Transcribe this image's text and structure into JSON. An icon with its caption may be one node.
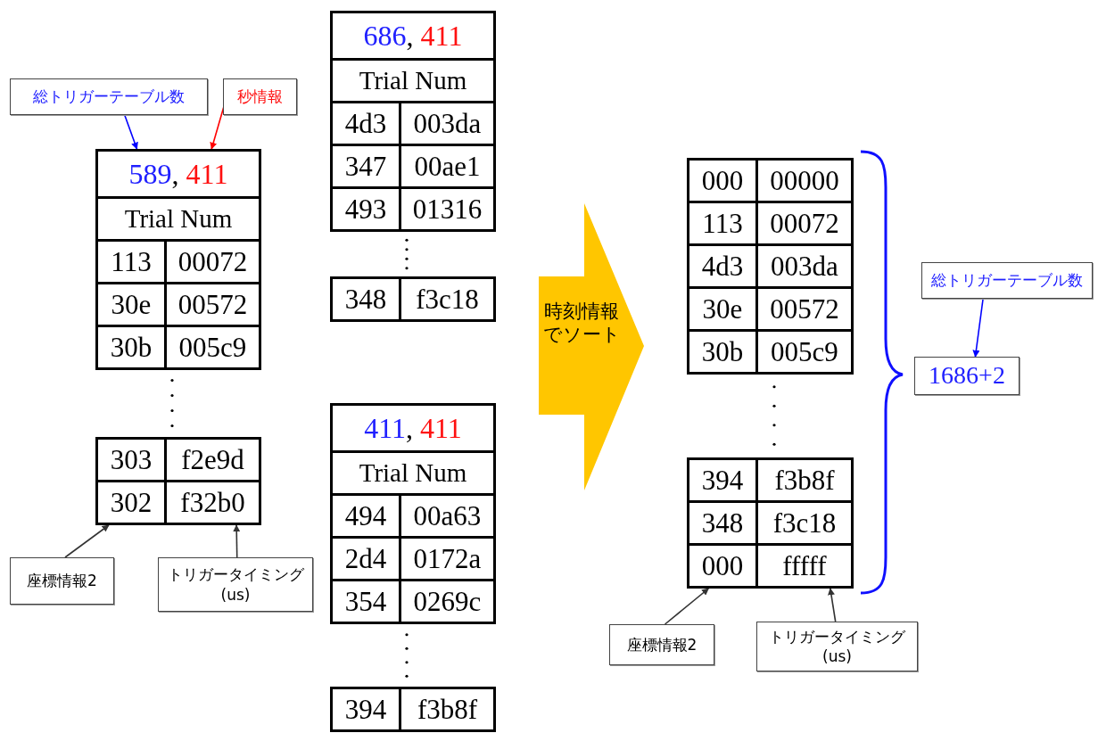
{
  "diagram": {
    "nodes": [
      {
        "text": [
          "総トリガーテーブル数"
        ]
      },
      {
        "text": [
          "秒情報"
        ]
      },
      {
        "text": [
          "589",
          ",",
          "411",
          "Trial Num",
          "113",
          "00072",
          "30e",
          "00572",
          "30b",
          "005c9"
        ]
      },
      {
        "text": [
          "303",
          "f2e9d",
          "302",
          "f32b0"
        ]
      },
      {
        "text": [
          "座標情報2"
        ]
      },
      {
        "text": [
          "トリガータイミング (us)"
        ]
      },
      {
        "text": [
          "686",
          ",",
          "411",
          "Trial Num",
          "4d3",
          "003da",
          "347",
          "00ae1",
          "493",
          "01316"
        ]
      },
      {
        "text": [
          "348",
          "f3c18"
        ]
      },
      {
        "text": [
          "411",
          ",",
          "411",
          "Trial Num",
          "494",
          "00a63",
          "2d4",
          "0172a",
          "354",
          "0269c"
        ]
      },
      {
        "text": [
          "394",
          "f3b8f"
        ]
      },
      {
        "text": [
          "時刻情報でソート"
        ]
      },
      {
        "text": [
          "000",
          "00000",
          "113",
          "00072",
          "4d3",
          "003da",
          "30e",
          "00572",
          "30b",
          "005c9"
        ]
      },
      {
        "text": [
          "394",
          "f3b8f",
          "348",
          "f3c18",
          "000",
          "fffff"
        ]
      },
      {
        "text": [
          "総トリガーテーブル数"
        ]
      },
      {
        "text": [
          "1686+2"
        ]
      },
      {
        "text": [
          "座標情報2"
        ]
      },
      {
        "text": [
          "トリガータイミング (us)"
        ]
      }
    ],
    "edges": [
      {
        "from": 0,
        "to": 2,
        "arrow": "to",
        "color": "#0000ff"
      },
      {
        "from": 1,
        "to": 2,
        "arrow": "to",
        "color": "#ff0000"
      },
      {
        "from": 4,
        "to": 3,
        "arrow": "to"
      },
      {
        "from": 5,
        "to": 3,
        "arrow": "to"
      },
      {
        "from": 13,
        "to": 14,
        "arrow": "to",
        "color": "#0000ff"
      },
      {
        "from": 15,
        "to": 12,
        "arrow": "to"
      },
      {
        "from": 16,
        "to": 12,
        "arrow": "to"
      }
    ]
  }
}
